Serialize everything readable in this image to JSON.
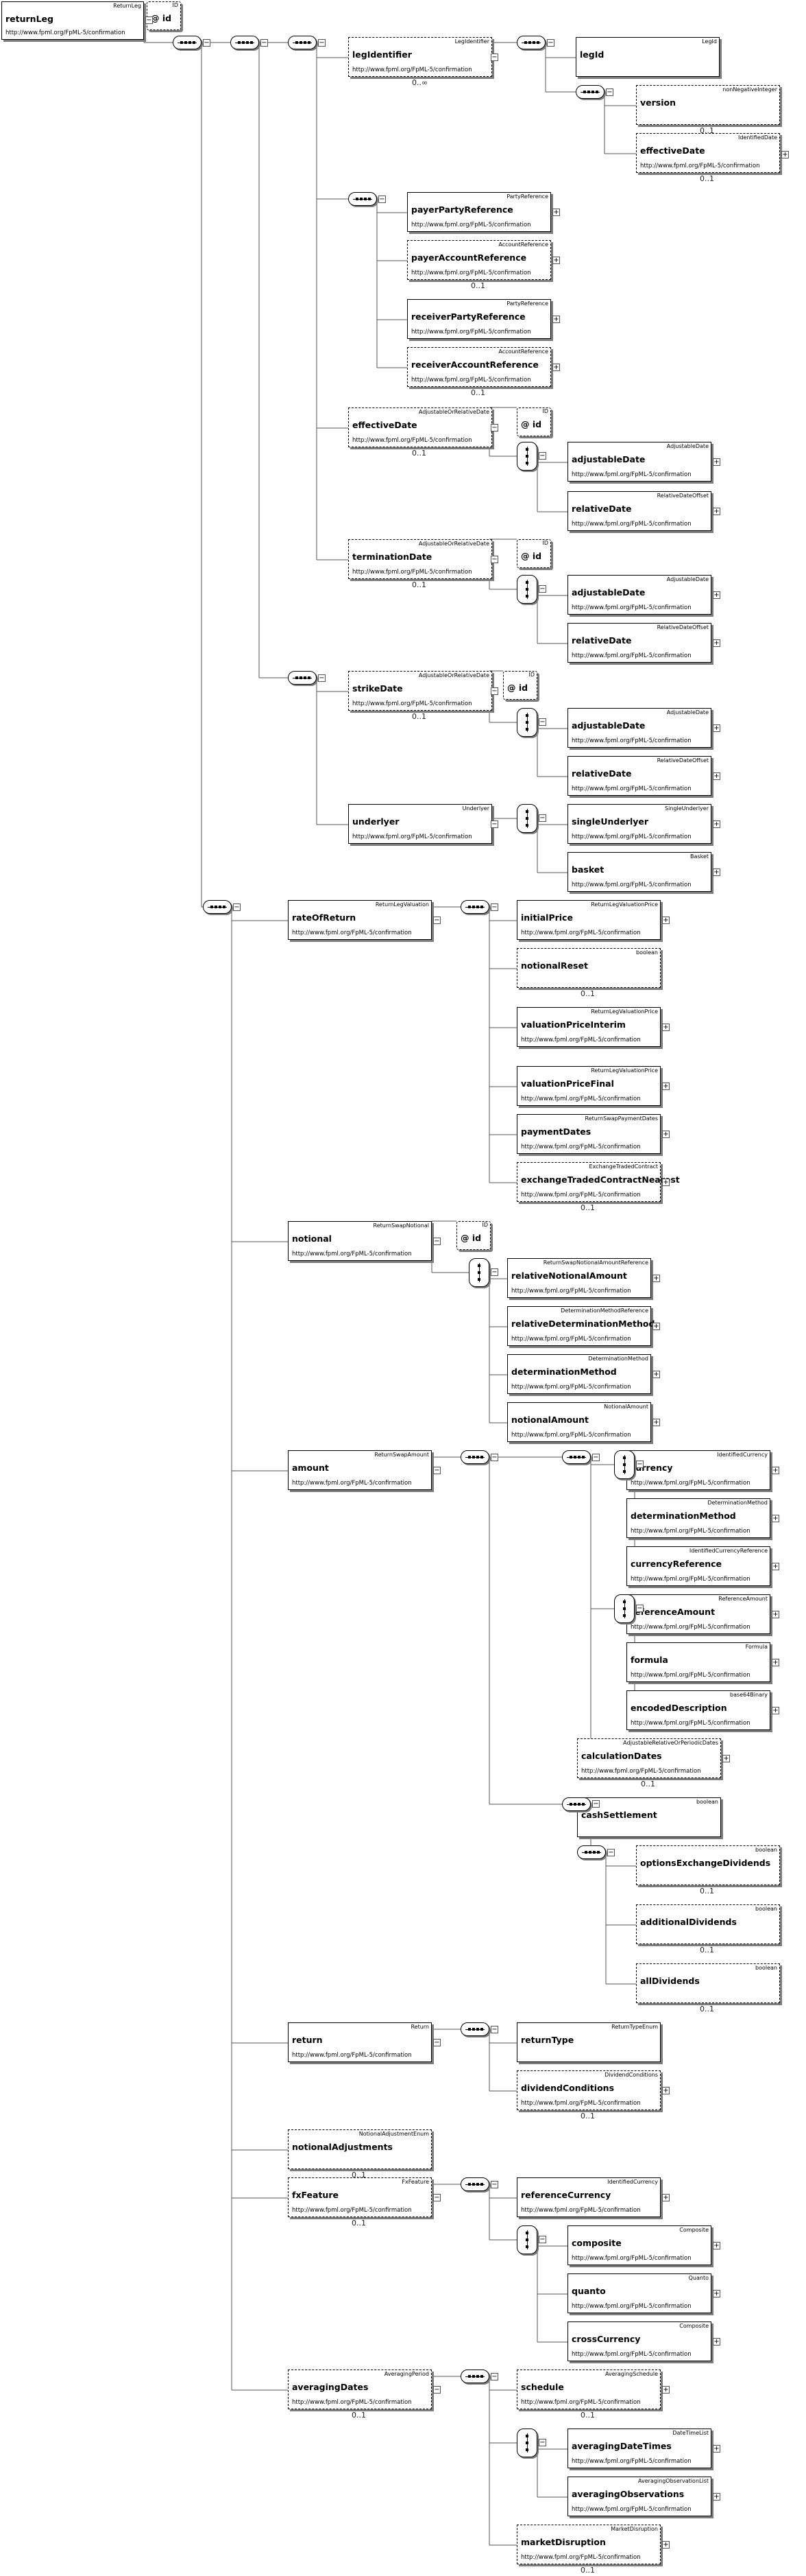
{
  "namespace": "http://www.fpml.org/FpML-5/confirmation",
  "id_attr": "@ id",
  "id_type": "ID",
  "card": {
    "opt": "0..1",
    "many": "0..∞"
  },
  "root": {
    "name": "returnLeg",
    "type": "ReturnLeg"
  },
  "elements": {
    "legIdentifier": {
      "name": "legIdentifier",
      "type": "LegIdentifier"
    },
    "legId": {
      "name": "legId",
      "type": "LegId"
    },
    "version": {
      "name": "version",
      "type": "nonNegativeInteger"
    },
    "effectiveDate1": {
      "name": "effectiveDate",
      "type": "IdentifiedDate"
    },
    "payerPartyReference": {
      "name": "payerPartyReference",
      "type": "PartyReference"
    },
    "payerAccountReference": {
      "name": "payerAccountReference",
      "type": "AccountReference"
    },
    "receiverPartyReference": {
      "name": "receiverPartyReference",
      "type": "PartyReference"
    },
    "receiverAccountReference": {
      "name": "receiverAccountReference",
      "type": "AccountReference"
    },
    "effectiveDate2": {
      "name": "effectiveDate",
      "type": "AdjustableOrRelativeDate"
    },
    "ed2Adj": {
      "name": "adjustableDate",
      "type": "AdjustableDate"
    },
    "ed2Rel": {
      "name": "relativeDate",
      "type": "RelativeDateOffset"
    },
    "terminationDate": {
      "name": "terminationDate",
      "type": "AdjustableOrRelativeDate"
    },
    "tdAdj": {
      "name": "adjustableDate",
      "type": "AdjustableDate"
    },
    "tdRel": {
      "name": "relativeDate",
      "type": "RelativeDateOffset"
    },
    "strikeDate": {
      "name": "strikeDate",
      "type": "AdjustableOrRelativeDate"
    },
    "sdAdj": {
      "name": "adjustableDate",
      "type": "AdjustableDate"
    },
    "sdRel": {
      "name": "relativeDate",
      "type": "RelativeDateOffset"
    },
    "underlyer": {
      "name": "underlyer",
      "type": "Underlyer"
    },
    "singleUnderlyer": {
      "name": "singleUnderlyer",
      "type": "SingleUnderlyer"
    },
    "basket": {
      "name": "basket",
      "type": "Basket"
    },
    "rateOfReturn": {
      "name": "rateOfReturn",
      "type": "ReturnLegValuation"
    },
    "initialPrice": {
      "name": "initialPrice",
      "type": "ReturnLegValuationPrice"
    },
    "notionalReset": {
      "name": "notionalReset",
      "type": "boolean"
    },
    "valuationPriceInterim": {
      "name": "valuationPriceInterim",
      "type": "ReturnLegValuationPrice"
    },
    "valuationPriceFinal": {
      "name": "valuationPriceFinal",
      "type": "ReturnLegValuationPrice"
    },
    "paymentDates": {
      "name": "paymentDates",
      "type": "ReturnSwapPaymentDates"
    },
    "exchangeTradedContractNearest": {
      "name": "exchangeTradedContractNearest",
      "type": "ExchangeTradedContract"
    },
    "notional": {
      "name": "notional",
      "type": "ReturnSwapNotional"
    },
    "relativeNotionalAmount": {
      "name": "relativeNotionalAmount",
      "type": "ReturnSwapNotionalAmountReference"
    },
    "relativeDeterminationMethod": {
      "name": "relativeDeterminationMethod",
      "type": "DeterminationMethodReference"
    },
    "determinationMethod1": {
      "name": "determinationMethod",
      "type": "DeterminationMethod"
    },
    "notionalAmount": {
      "name": "notionalAmount",
      "type": "NotionalAmount"
    },
    "amount": {
      "name": "amount",
      "type": "ReturnSwapAmount"
    },
    "currency": {
      "name": "currency",
      "type": "IdentifiedCurrency"
    },
    "determinationMethod2": {
      "name": "determinationMethod",
      "type": "DeterminationMethod"
    },
    "currencyReference": {
      "name": "currencyReference",
      "type": "IdentifiedCurrencyReference"
    },
    "referenceAmount": {
      "name": "referenceAmount",
      "type": "ReferenceAmount"
    },
    "formula": {
      "name": "formula",
      "type": "Formula"
    },
    "encodedDescription": {
      "name": "encodedDescription",
      "type": "base64Binary"
    },
    "calculationDates": {
      "name": "calculationDates",
      "type": "AdjustableRelativeOrPeriodicDates"
    },
    "cashSettlement": {
      "name": "cashSettlement",
      "type": "boolean"
    },
    "optionsExchangeDividends": {
      "name": "optionsExchangeDividends",
      "type": "boolean"
    },
    "additionalDividends": {
      "name": "additionalDividends",
      "type": "boolean"
    },
    "allDividends": {
      "name": "allDividends",
      "type": "boolean"
    },
    "return": {
      "name": "return",
      "type": "Return"
    },
    "returnType": {
      "name": "returnType",
      "type": "ReturnTypeEnum"
    },
    "dividendConditions": {
      "name": "dividendConditions",
      "type": "DividendConditions"
    },
    "notionalAdjustments": {
      "name": "notionalAdjustments",
      "type": "NotionalAdjustmentEnum"
    },
    "fxFeature": {
      "name": "fxFeature",
      "type": "FxFeature"
    },
    "referenceCurrency": {
      "name": "referenceCurrency",
      "type": "IdentifiedCurrency"
    },
    "composite": {
      "name": "composite",
      "type": "Composite"
    },
    "quanto": {
      "name": "quanto",
      "type": "Quanto"
    },
    "crossCurrency": {
      "name": "crossCurrency",
      "type": "Composite"
    },
    "averagingDates": {
      "name": "averagingDates",
      "type": "AveragingPeriod"
    },
    "schedule": {
      "name": "schedule",
      "type": "AveragingSchedule"
    },
    "averagingDateTimes": {
      "name": "averagingDateTimes",
      "type": "DateTimeList"
    },
    "averagingObservations": {
      "name": "averagingObservations",
      "type": "AveragingObservationList"
    },
    "marketDisruption": {
      "name": "marketDisruption",
      "type": "MarketDisruption"
    }
  }
}
